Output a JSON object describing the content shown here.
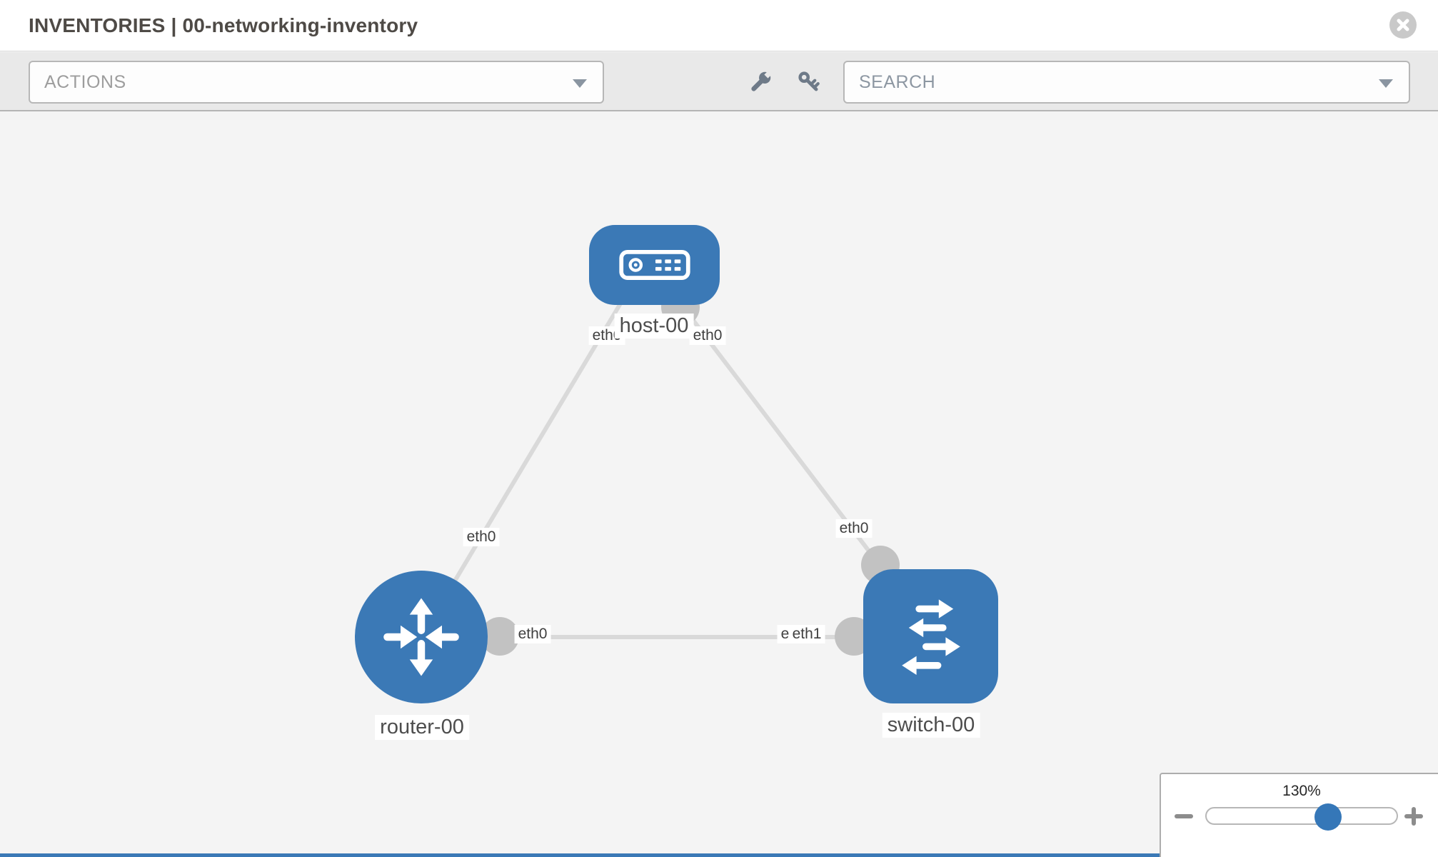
{
  "header": {
    "title": "INVENTORIES | 00-networking-inventory"
  },
  "toolbar": {
    "actions_label": "ACTIONS",
    "search_placeholder": "SEARCH"
  },
  "icons": {
    "header": [
      "close-icon"
    ],
    "toolbar": [
      "chevron-down-icon",
      "wrench-icon",
      "key-icon",
      "chevron-down-icon"
    ],
    "nodes": [
      "server-icon",
      "router-arrows-icon",
      "switch-arrows-icon"
    ],
    "zoom": [
      "minus-icon",
      "plus-icon"
    ]
  },
  "topology": {
    "nodes": [
      {
        "name": "host-00",
        "type": "host"
      },
      {
        "name": "router-00",
        "type": "router"
      },
      {
        "name": "switch-00",
        "type": "switch"
      }
    ],
    "links": [
      {
        "source": "host-00",
        "source_interface": "eth0",
        "target": "router-00",
        "target_interface": "eth0"
      },
      {
        "source": "host-00",
        "source_interface": "eth0",
        "target": "switch-00",
        "target_interface": "eth0"
      },
      {
        "source": "router-00",
        "source_interface": "eth0",
        "target": "switch-00",
        "target_interface": "eth1"
      }
    ],
    "overlapping_labels": {
      "under": "eth0",
      "over": "eth1"
    }
  },
  "zoom_control": {
    "level_label": "130%",
    "level_percent": 130
  },
  "colors": {
    "node_blue": "#3b79b6",
    "thumb_blue": "#3577b8",
    "link_gray": "#d9d9d9",
    "endpoint_gray": "#c2c2c2",
    "toolbar_bg": "#e9e9e9",
    "canvas_bg": "#f4f4f4"
  }
}
